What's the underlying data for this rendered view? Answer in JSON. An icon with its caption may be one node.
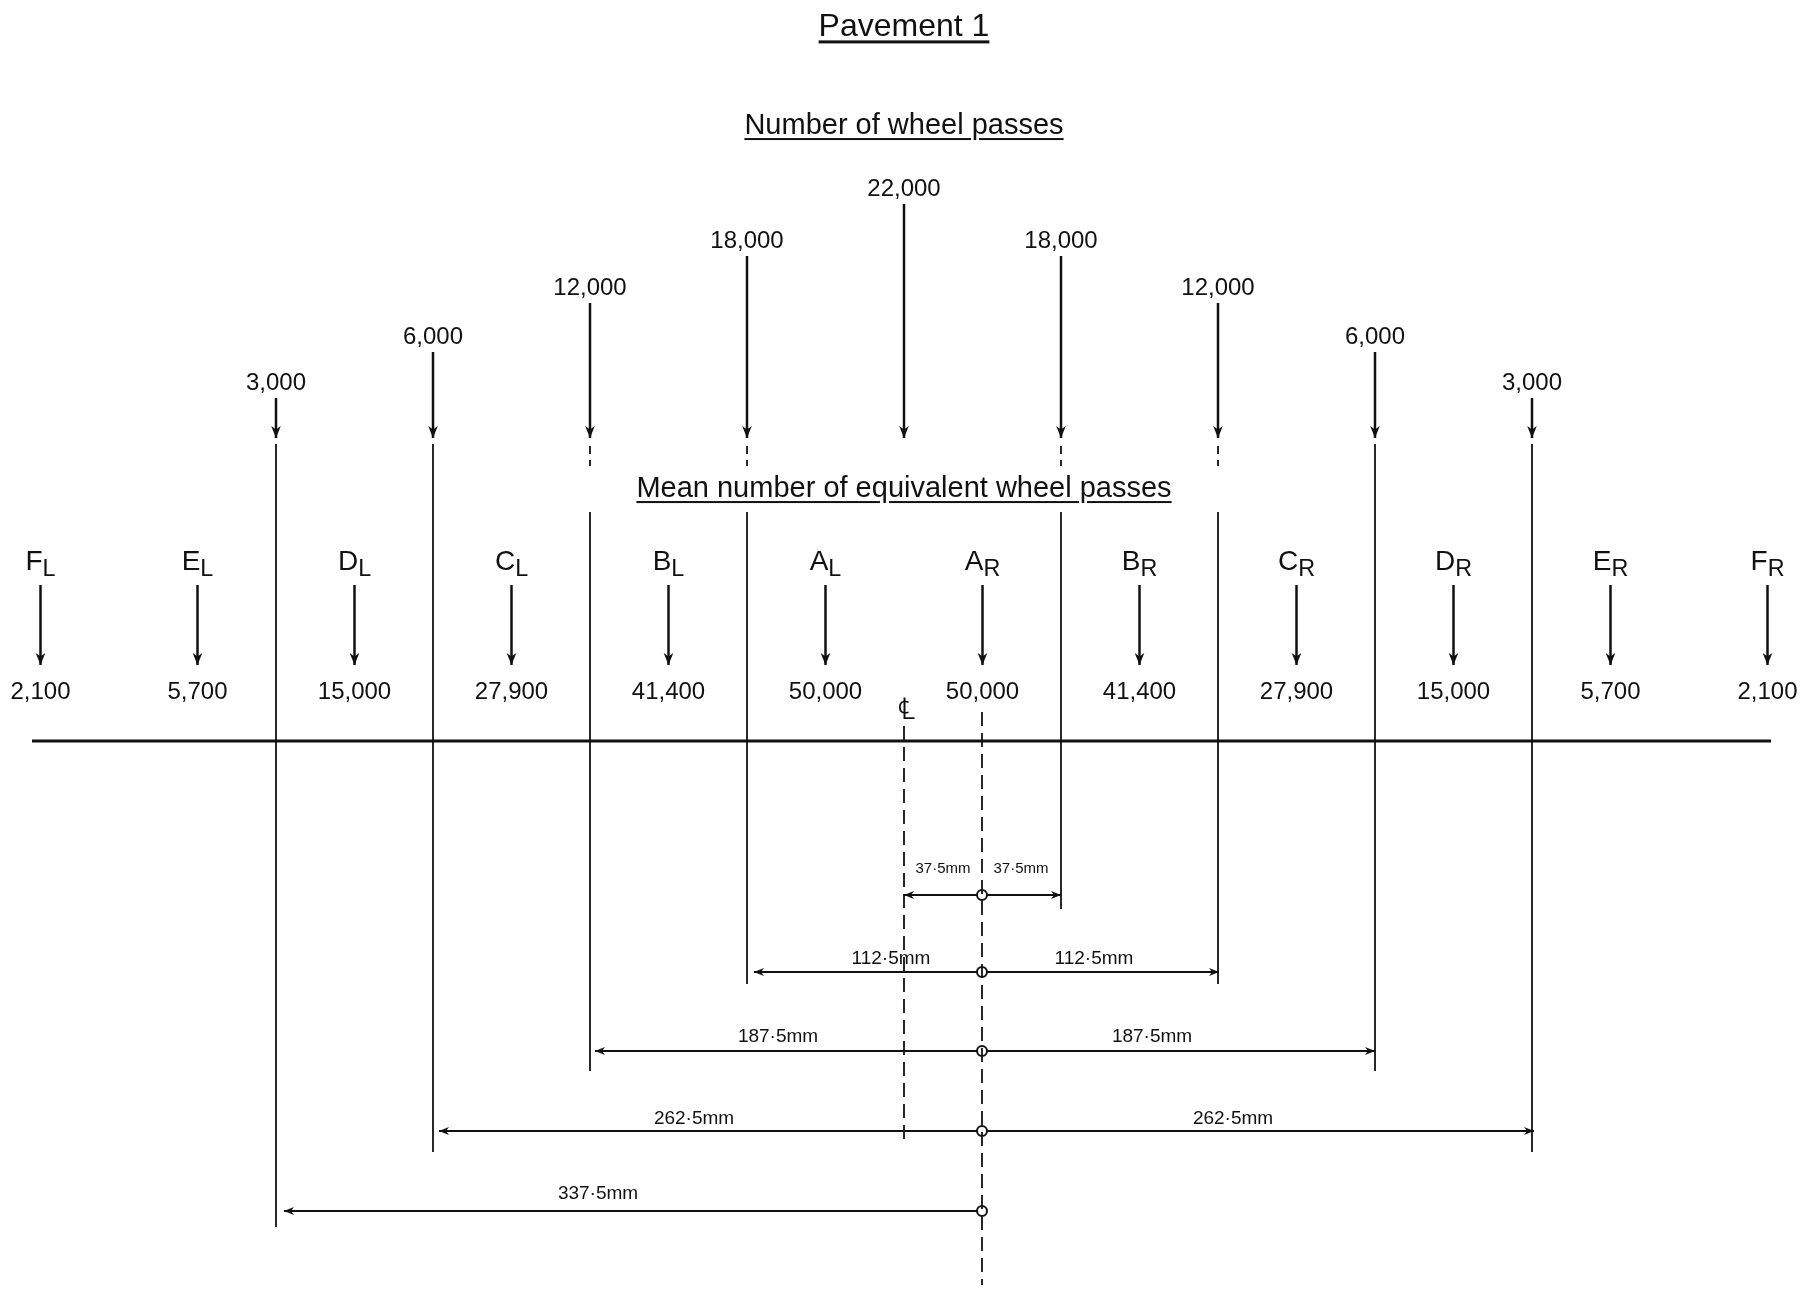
{
  "diagram": {
    "title": "Pavement 1",
    "labels": [
      "Number of wheel passes",
      "22,000",
      "18,000",
      "18,000",
      "12,000",
      "12,000",
      "6,000",
      "6,000",
      "3,000",
      "3,000",
      "Mean number of equivalent wheel passes",
      "F$_{L}$",
      "E$_{L}$",
      "D$_{L}$",
      "C$_{L}$",
      "B$_{L}$",
      "A$_{L}$",
      "A$_{R}$",
      "B$_{R}$",
      "C$_{R}$",
      "D$_{R}$",
      "E$_{R}$",
      "F$_{R}$",
      "2,100",
      "5,700",
      "15,000",
      "27,900",
      "41,400",
      "50,000",
      "50,000",
      "41,400",
      "27,900",
      "15,000",
      "5,700",
      "2,100",
      "℄",
      "37·5mm",
      "37·5mm",
      "112·5mm",
      "112·5mm",
      "187·5mm",
      "187·5mm",
      "262·5mm",
      "262·5mm",
      "337·5mm"
    ]
  }
}
